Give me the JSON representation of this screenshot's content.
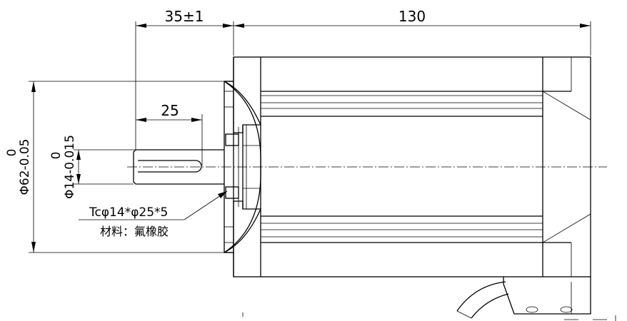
{
  "dimensions": {
    "flange_to_shaft": "35±1",
    "body_length": "130",
    "shaft_length": "25",
    "flange_diameter": "Φ62-0.05",
    "flange_diameter_upper_tol": "0",
    "shaft_diameter": "Φ14-0.015",
    "shaft_diameter_upper_tol": "0"
  },
  "seal_note": {
    "spec": "Tcφ14*φ25*5",
    "material": "材料：氟橡胶"
  }
}
